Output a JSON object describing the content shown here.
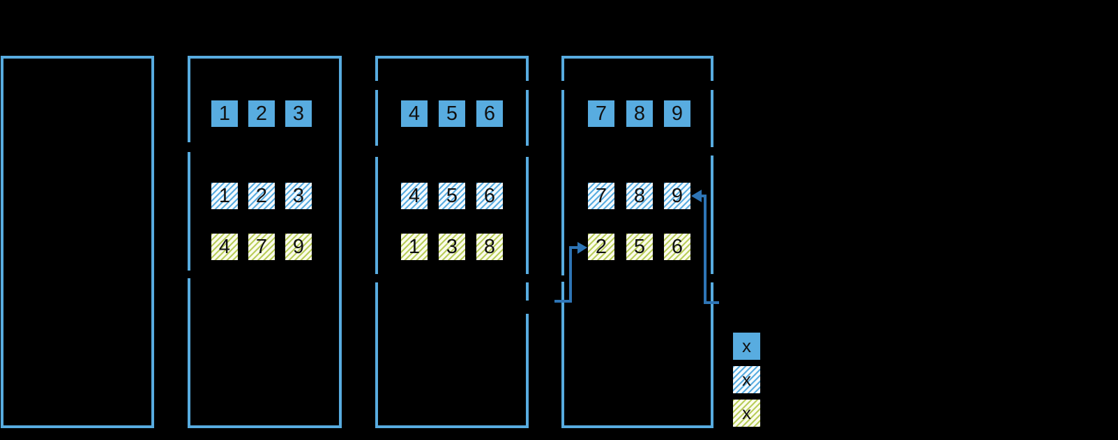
{
  "diagram": {
    "description": "Four-panel partition/shuffle diagram with numbered record boxes",
    "colors": {
      "background": "#000000",
      "panel_border": "#58ACE0",
      "solid_box_fill": "#58ACE0",
      "hatch_blue_line": "#58ACE0",
      "hatch_yellow_line": "#B9CD5A",
      "arrow": "#2E75B6",
      "number_text": "#111111"
    },
    "panels": [
      {
        "id": "panel-1",
        "solid": [],
        "hatched_blue": [],
        "hatched_yellow": []
      },
      {
        "id": "panel-2",
        "solid": [
          "1",
          "2",
          "3"
        ],
        "hatched_blue": [
          "1",
          "2",
          "3"
        ],
        "hatched_yellow": [
          "4",
          "7",
          "9"
        ]
      },
      {
        "id": "panel-3",
        "solid": [
          "4",
          "5",
          "6"
        ],
        "hatched_blue": [
          "4",
          "5",
          "6"
        ],
        "hatched_yellow": [
          "1",
          "3",
          "8"
        ]
      },
      {
        "id": "panel-4",
        "solid": [
          "7",
          "8",
          "9"
        ],
        "hatched_blue": [
          "7",
          "8",
          "9"
        ],
        "hatched_yellow": [
          "2",
          "5",
          "6"
        ]
      }
    ],
    "legend": {
      "items": [
        {
          "style": "solid-blue",
          "label": "x"
        },
        {
          "style": "hatched-blue",
          "label": "x"
        },
        {
          "style": "hatched-yellow",
          "label": "x"
        }
      ]
    }
  }
}
